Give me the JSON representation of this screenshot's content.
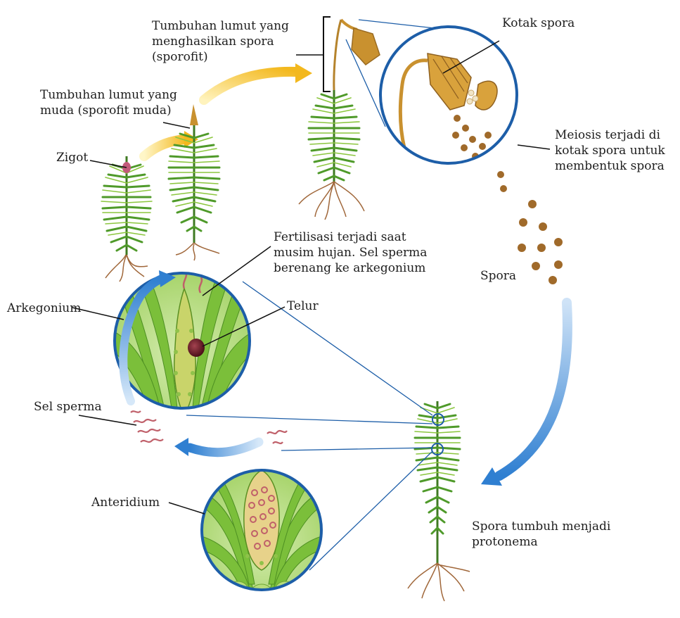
{
  "labels": {
    "tumbuhan_sporofit": [
      "Tumbuhan lumut yang",
      "menghasilkan spora",
      "(sporofit)"
    ],
    "kotak_spora": "Kotak spora",
    "sporofit_muda": [
      "Tumbuhan lumut yang",
      "muda (sporofit muda)"
    ],
    "zigot": "Zigot",
    "meiosis": [
      "Meiosis terjadi di",
      "kotak spora untuk",
      "membentuk spora"
    ],
    "fertilisasi": [
      "Fertilisasi terjadi saat",
      "musim hujan. Sel sperma",
      "berenang ke arkegonium"
    ],
    "spora": "Spora",
    "telur": "Telur",
    "arkegonium": "Arkegonium",
    "sel_sperma": "Sel sperma",
    "anteridium": "Anteridium",
    "spora_tumbuh": [
      "Spora tumbuh menjadi",
      "protonema"
    ]
  },
  "colors": {
    "circle_stroke": "#1d5ea8",
    "leader_line": "#111111",
    "moss_green": "#4f9a2a",
    "moss_light": "#8cc63f",
    "root_brown": "#a0673a",
    "capsule_gold": "#c9912f",
    "spore_brown": "#a06a2a",
    "arrow_yellow": "#f3b81d",
    "arrow_blue": "#2f7fd1",
    "egg_maroon": "#6e1f2a",
    "sperm_red": "#c0606a"
  },
  "icons": {
    "moss": "moss-plant-icon",
    "capsule": "spore-capsule-icon",
    "spore": "spore-dot-icon",
    "sperm": "sperm-cell-icon"
  }
}
